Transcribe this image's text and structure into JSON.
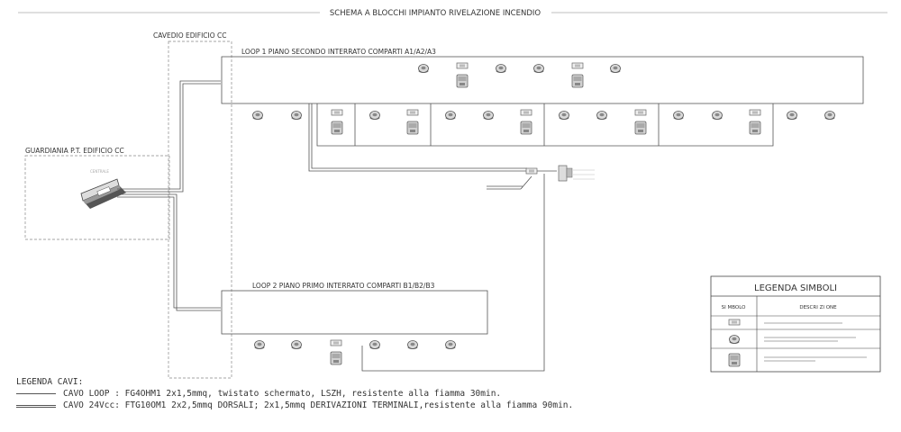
{
  "title": "SCHEMA A BLOCCHI IMPIANTO RIVELAZIONE INCENDIO",
  "cavedio_label": "CAVEDIO EDIFICIO CC",
  "guardiania_label": "GUARDIANIA P.T. EDIFICIO CC",
  "loop1_label": "LOOP 1 PIANO SECONDO INTERRATO COMPARTI A1/A2/A3",
  "loop2_label": "LOOP 2 PIANO PRIMO INTERRATO COMPARTI B1/B2/B3",
  "legend_symbols": {
    "title": "LEGENDA SIMBOLI",
    "col_symbol": "SI MBOLO",
    "col_desc": "DESCRI ZI ONE"
  },
  "legend_cables": {
    "title": "LEGENDA CAVI:",
    "items": [
      {
        "text": "CAVO LOOP : FG4OHM1 2x1,5mmq, twistato schermato, LSZH, resistente alla fiamma 30min."
      },
      {
        "text": "CAVO 24Vcc: FTG10OM1 2x2,5mmq DORSALI; 2x1,5mmq DERIVAZIONI TERMINALI,resistente alla fiamma 90min."
      }
    ]
  },
  "icons": {
    "detector": "smoke-detector-icon",
    "module": "io-module-icon",
    "panel": "fire-control-panel-icon",
    "siren": "siren-icon"
  }
}
